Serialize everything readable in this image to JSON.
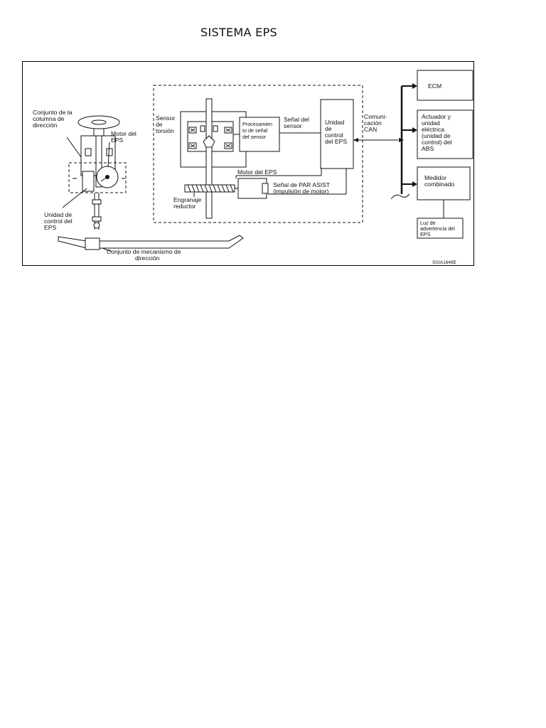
{
  "page": {
    "title": "SISTEMA EPS"
  },
  "diagram": {
    "labels": {
      "column_assembly": [
        "Conjunto de la",
        "columna de",
        "dirección"
      ],
      "eps_motor_left": [
        "Motor del",
        "EPS"
      ],
      "eps_control_unit_left": [
        "Unidad de",
        "control del",
        "EPS"
      ],
      "steering_gear": [
        "Conjunto de mecanismo de",
        "dirección"
      ],
      "torsion_sensor": [
        "Sensor",
        "de",
        "torsión"
      ],
      "signal_processing": [
        "Procesamien",
        "to de señal",
        "del sensor"
      ],
      "sensor_signal": [
        "Señal del",
        "sensor"
      ],
      "eps_control_unit": [
        "Unidad",
        "de",
        "control",
        "del EPS"
      ],
      "can": [
        "Comuni-",
        "cación",
        "CAN"
      ],
      "eps_motor": "Motor del EPS",
      "assist_signal": [
        "Señal de PAR ASIST",
        "(impulsión de motor)"
      ],
      "reduction_gear": [
        "Engranaje",
        "reductor"
      ],
      "ecm": "ECM",
      "abs": [
        "Actuador y",
        "unidad",
        "eléctrica",
        "(unidad de",
        "control) del",
        "ABS"
      ],
      "meter": [
        "Medidor",
        "combinado"
      ],
      "warning_lamp": [
        "Luz de",
        "advertencia del",
        "EPS"
      ],
      "figure_code": "SGIA1649E"
    }
  }
}
